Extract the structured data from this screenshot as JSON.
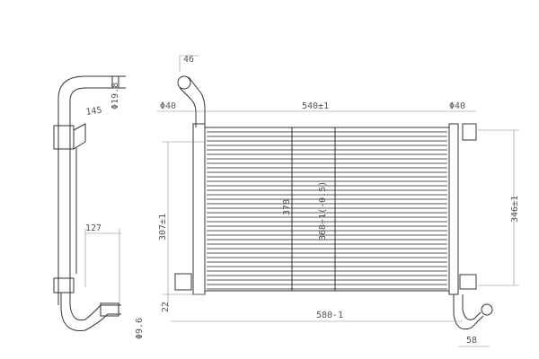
{
  "dimensions": {
    "inlet_offset": "46",
    "left_diameter": "Φ40",
    "core_width": "540±1",
    "right_diameter": "Φ40",
    "side_pipe_length": "145",
    "pipe_diameter_top": "Φ19.8",
    "core_height": "307±1",
    "overall_height": "378",
    "tank_height": "368+1(-0.5)",
    "bracket_spacing": "346±1",
    "lower_pipe_length": "127",
    "bottom_offset": "22",
    "overall_width": "580-1",
    "outlet_offset": "58",
    "pipe_diameter_bottom": "Φ9.6"
  }
}
